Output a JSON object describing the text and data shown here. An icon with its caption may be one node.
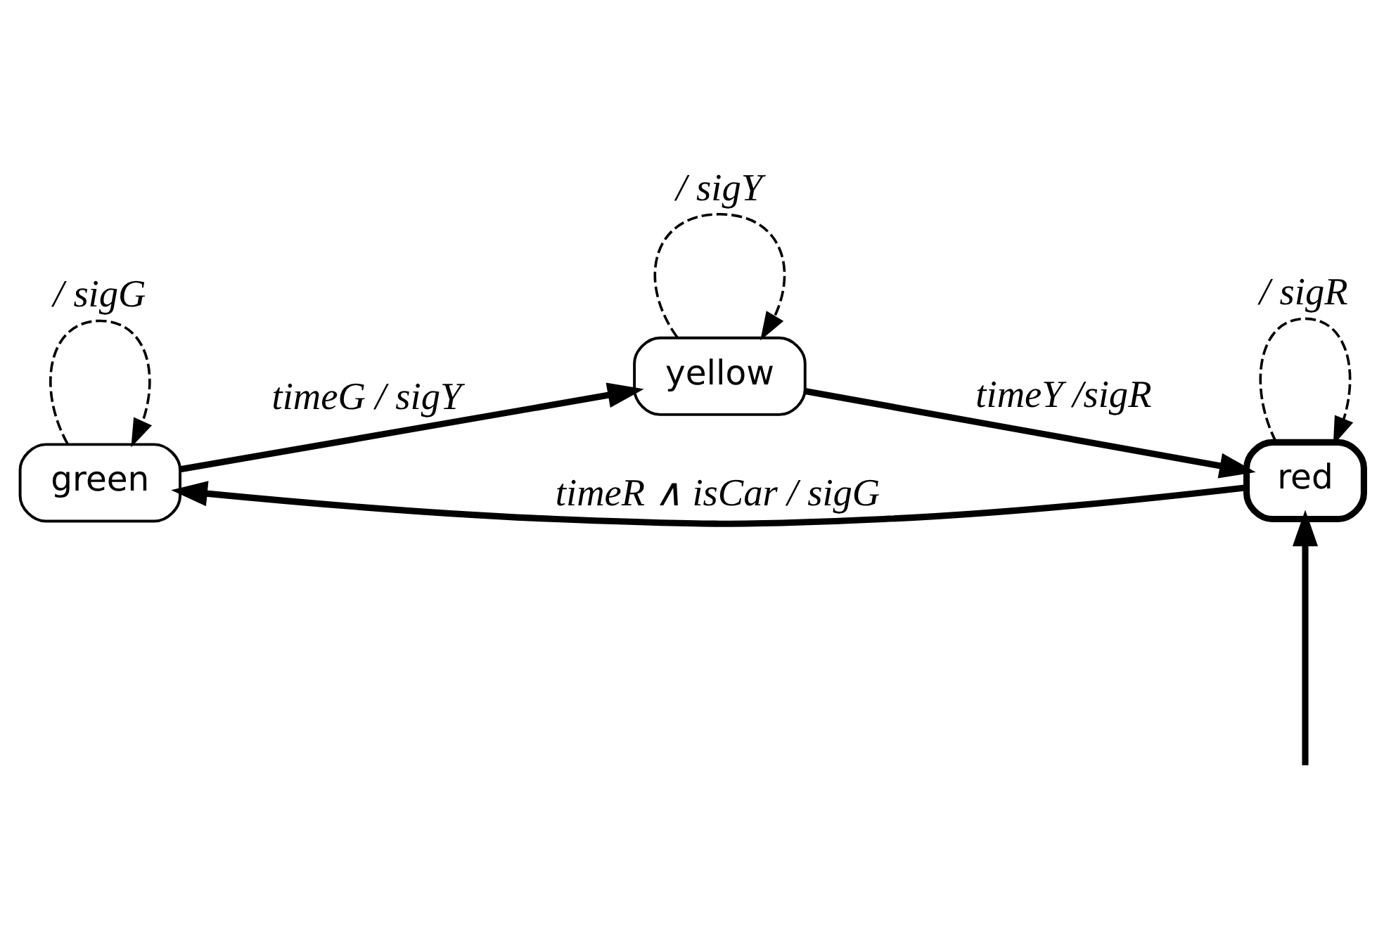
{
  "diagram": {
    "nodes": [
      {
        "text": [
          "green"
        ]
      },
      {
        "text": [
          "red"
        ]
      },
      {
        "text": [
          "yellow"
        ]
      }
    ],
    "edges": [
      {
        "from": 0,
        "to": 0,
        "arrow": "to",
        "label": "/ sigG",
        "style": "dashed"
      },
      {
        "from": 1,
        "to": 0,
        "arrow": "to",
        "label": "timeR ∧ isCar / sigG"
      },
      {
        "from": 0,
        "to": 2,
        "arrow": "to",
        "label": "timeG / sigY"
      },
      {
        "from": 1,
        "to": 1,
        "arrow": "to",
        "label": "/ sigR",
        "style": "dashed"
      },
      {
        "from": null,
        "to": 1,
        "arrow": "to"
      },
      {
        "from": 2,
        "to": 1,
        "arrow": "to",
        "label": "timeY /sigR"
      },
      {
        "from": 2,
        "to": 2,
        "arrow": "to",
        "label": "/ sigY",
        "style": "dashed"
      }
    ]
  }
}
